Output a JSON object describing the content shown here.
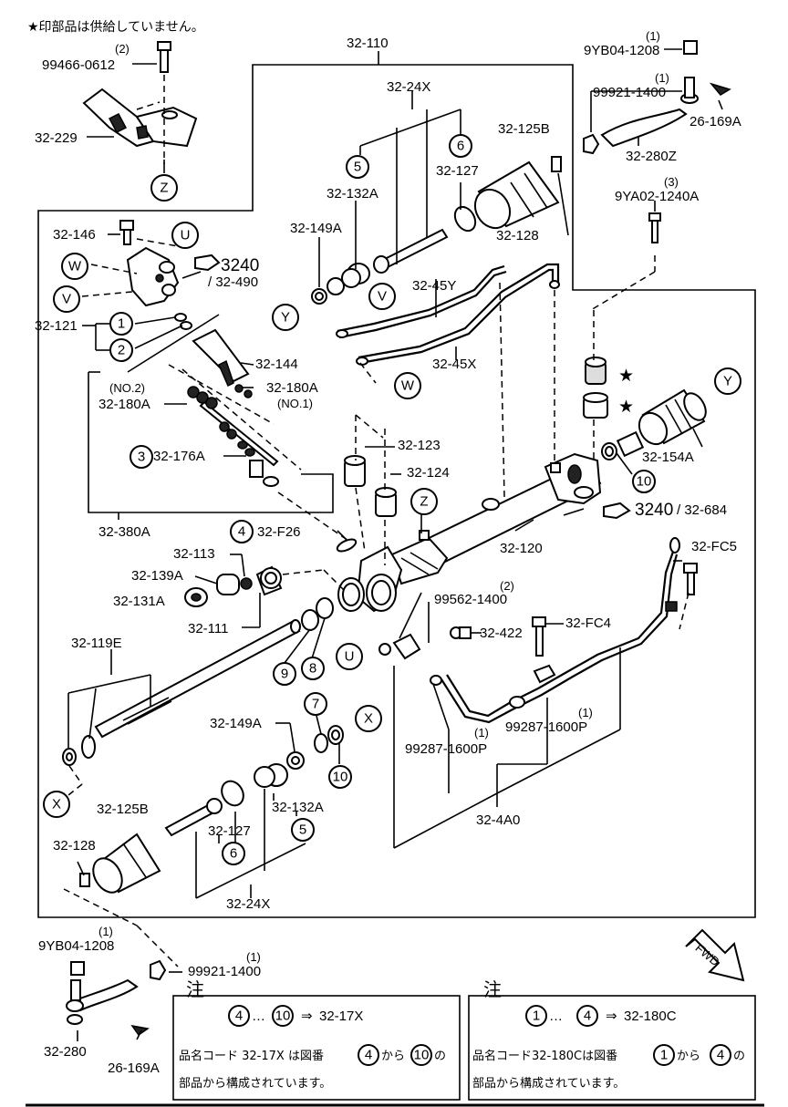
{
  "header_note": "★印部品は供給していません。",
  "star": "★",
  "circles": [
    "1",
    "2",
    "3",
    "4",
    "5",
    "6",
    "7",
    "8",
    "9",
    "10",
    "U",
    "V",
    "W",
    "X",
    "Y",
    "Z"
  ],
  "labels": {
    "l32_110": "32-110",
    "l99466": "99466-0612",
    "q2a": "(2)",
    "l32_229": "32-229",
    "l9YB04_top": "9YB04-1208",
    "q1a": "(1)",
    "q1b": "(1)",
    "l99921_top": "99921-1400",
    "l26_169A_top": "26-169A",
    "l32_280Z": "32-280Z",
    "q3": "(3)",
    "l9YA02": "9YA02-1240A",
    "l32_24X_top": "32-24X",
    "l32_125B_top": "32-125B",
    "l32_127_top": "32-127",
    "l32_132A_top": "32-132A",
    "l32_149A_top": "32-149A",
    "l32_128_top": "32-128",
    "l32_146": "32-146",
    "l3240_a": "3240",
    "l32_490": "/ 32-490",
    "l32_121": "32-121",
    "l32_45Y": "32-45Y",
    "l32_45X": "32-45X",
    "l32_144": "32-144",
    "l32_180A_no1": "32-180A",
    "no1": "(NO.1)",
    "no2": "(NO.2)",
    "l32_180A_no2": "32-180A",
    "l32_176A": "32-176A",
    "l32_380A": "32-380A",
    "l32_123": "32-123",
    "l32_124": "32-124",
    "l32_154A": "32-154A",
    "l3240_b": "3240",
    "l32_684": "/ 32-684",
    "l32_F26": "32-F26",
    "l32_120": "32-120",
    "l32_113": "32-113",
    "l32_139A": "32-139A",
    "l32_131A": "32-131A",
    "l32_111": "32-111",
    "l32_FC5": "32-FC5",
    "q2b": "(2)",
    "l99562": "99562-1400",
    "l32_422": "32-422",
    "l32_FC4": "32-FC4",
    "l32_119E": "32-119E",
    "q1c": "(1)",
    "q1d": "(1)",
    "l99287_a": "99287-1600P",
    "l99287_b": "99287-1600P",
    "l32_4A0": "32-4A0",
    "l32_149A_bot": "32-149A",
    "l32_132A_bot": "32-132A",
    "l32_125B_bot": "32-125B",
    "l32_127_bot": "32-127",
    "l32_128_bot": "32-128",
    "l32_24X_bot": "32-24X",
    "q1e": "(1)",
    "l9YB04_bot": "9YB04-1208",
    "q1f": "(1)",
    "l99921_bot": "99921-1400",
    "l32_280": "32-280",
    "l26_169A_bot": "26-169A",
    "fwd": "FWD"
  },
  "notes": {
    "left": {
      "title": "注",
      "dots": "…",
      "arrow": "⇒",
      "result": "32-17X",
      "line2_a": "品名コード 32-17X は図番",
      "line2_b": "から",
      "line2_c": "の",
      "line3": "部品から構成されています。"
    },
    "right": {
      "title": "注",
      "dots": "…",
      "arrow": "⇒",
      "result": "32-180C",
      "line2_a": "品名コード32-180Cは図番",
      "line2_b": "から",
      "line2_c": "の",
      "line3": "部品から構成されています。"
    }
  }
}
